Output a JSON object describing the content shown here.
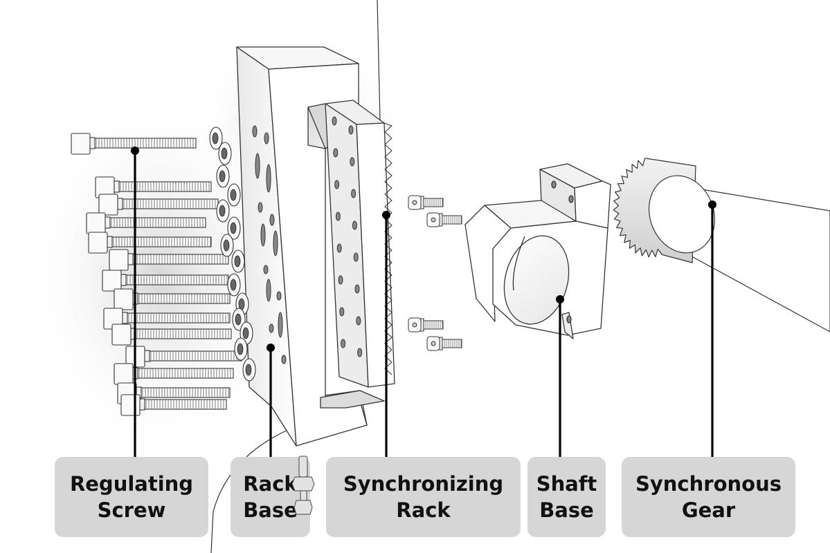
{
  "diagram": {
    "title": "Exploded view of rack-and-gear synchronizing mechanism",
    "colors": {
      "background": "#ffffff",
      "label_fill": "#d6d6d6",
      "label_text": "#111111",
      "leader_line": "#000000",
      "part_outline": "#333333",
      "part_fill": "#ffffff",
      "shade": "#bdbdbd"
    },
    "labels": [
      {
        "id": "regulating-screw",
        "line1": "Regulating",
        "line2": "Screw"
      },
      {
        "id": "rack-base",
        "line1": "Rack",
        "line2": "Base"
      },
      {
        "id": "synchronizing-rack",
        "line1": "Synchronizing",
        "line2": "Rack"
      },
      {
        "id": "shaft-base",
        "line1": "Shaft",
        "line2": "Base"
      },
      {
        "id": "synchronous-gear",
        "line1": "Synchronous",
        "line2": "Gear"
      }
    ],
    "parts": {
      "regulating_screw_count": 14,
      "nut_count": 14,
      "shaft_base_screw_count": 4
    }
  }
}
